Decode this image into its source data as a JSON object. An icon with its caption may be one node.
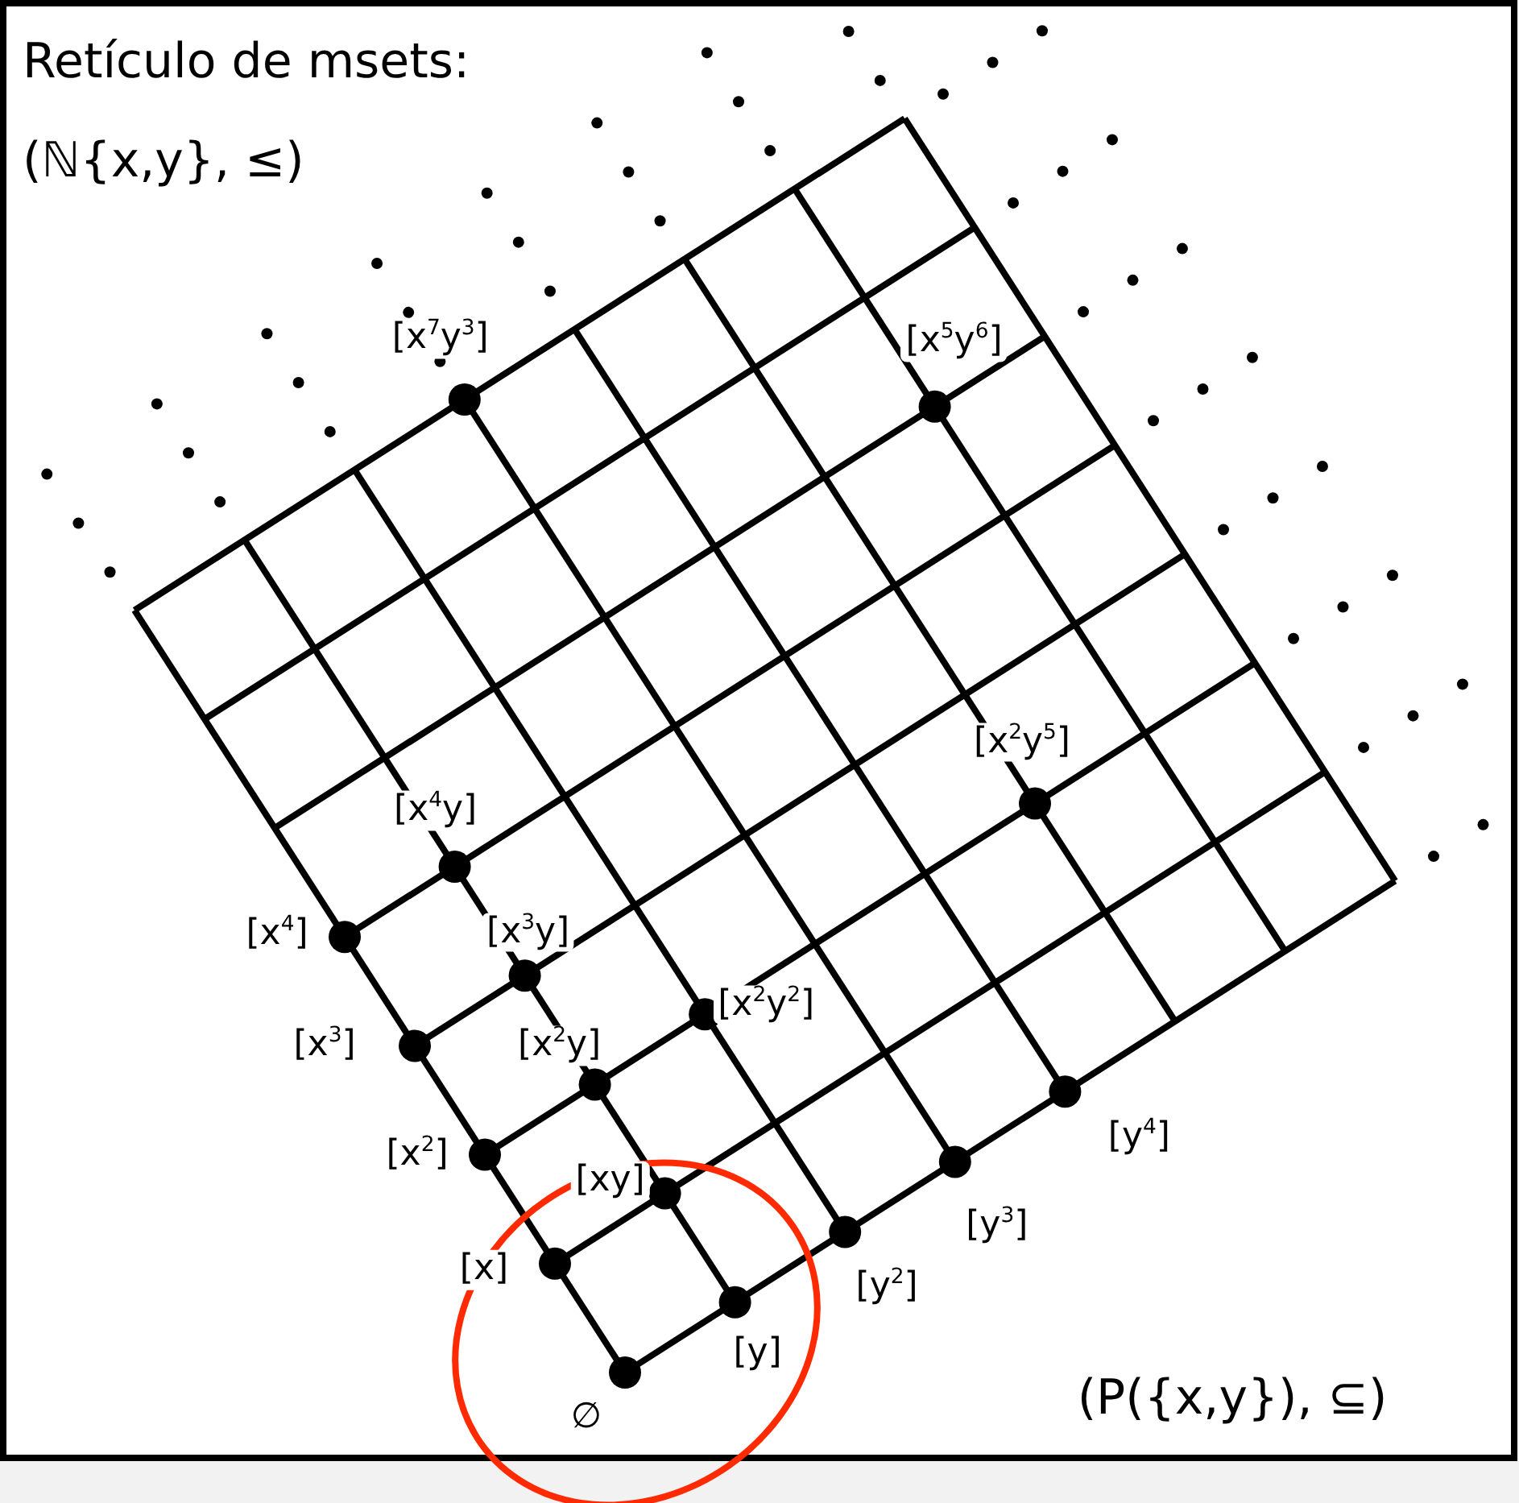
{
  "diagram": {
    "title": "Retículo de msets:",
    "labels": [
      "(ℕ{x,y}, ≤)",
      "[x$^{7}$y$^{3}$]",
      "[x$^{5}$y$^{6}$]",
      "[x$^{2}$y$^{5}$]",
      "[x$^{4}$y]",
      "[x$^{4}$]",
      "[x$^{3}$y]",
      "[x$^{2}$y$^{2}$]",
      "[x$^{3}$]",
      "[x$^{2}$y]",
      "[x$^{2}$]",
      "[xy]",
      "[x]",
      "[y$^{4}$]",
      "[y$^{3}$]",
      "[y$^{2}$]",
      "[y]",
      "∅",
      "(P({x,y}), ⊆)"
    ]
  }
}
